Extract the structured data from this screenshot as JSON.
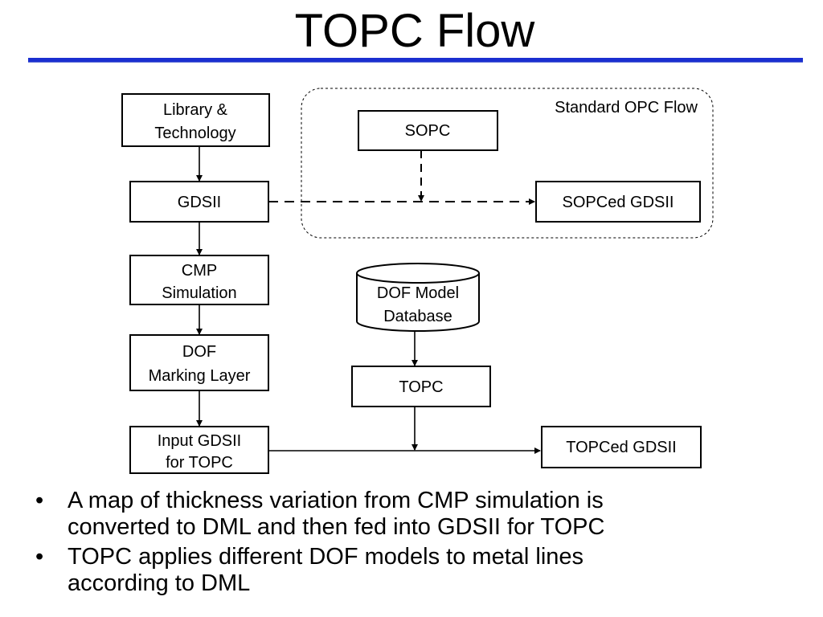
{
  "slide": {
    "title": "TOPC Flow"
  },
  "diagram": {
    "nodes": {
      "library": [
        "Library &",
        "Technology"
      ],
      "gdsii": [
        "GDSII"
      ],
      "cmp": [
        "CMP",
        "Simulation"
      ],
      "dof_marking": [
        "DOF",
        "Marking Layer"
      ],
      "input_gdsii": [
        "Input GDSII",
        "for TOPC"
      ],
      "sopc": [
        "SOPC"
      ],
      "sopced": [
        "SOPCed GDSII"
      ],
      "dof_db": [
        "DOF Model",
        "Database"
      ],
      "topc": [
        "TOPC"
      ],
      "topced": [
        "TOPCed GDSII"
      ]
    },
    "group_label": "Standard OPC Flow"
  },
  "bullets": [
    [
      "A map of thickness variation from CMP simulation is",
      "converted to DML and then fed into GDSII for TOPC"
    ],
    [
      "TOPC applies different DOF models to metal lines",
      "according to DML"
    ]
  ],
  "bullet_glyph": "•",
  "colors": {
    "title_rule": "#1a2fd0"
  }
}
